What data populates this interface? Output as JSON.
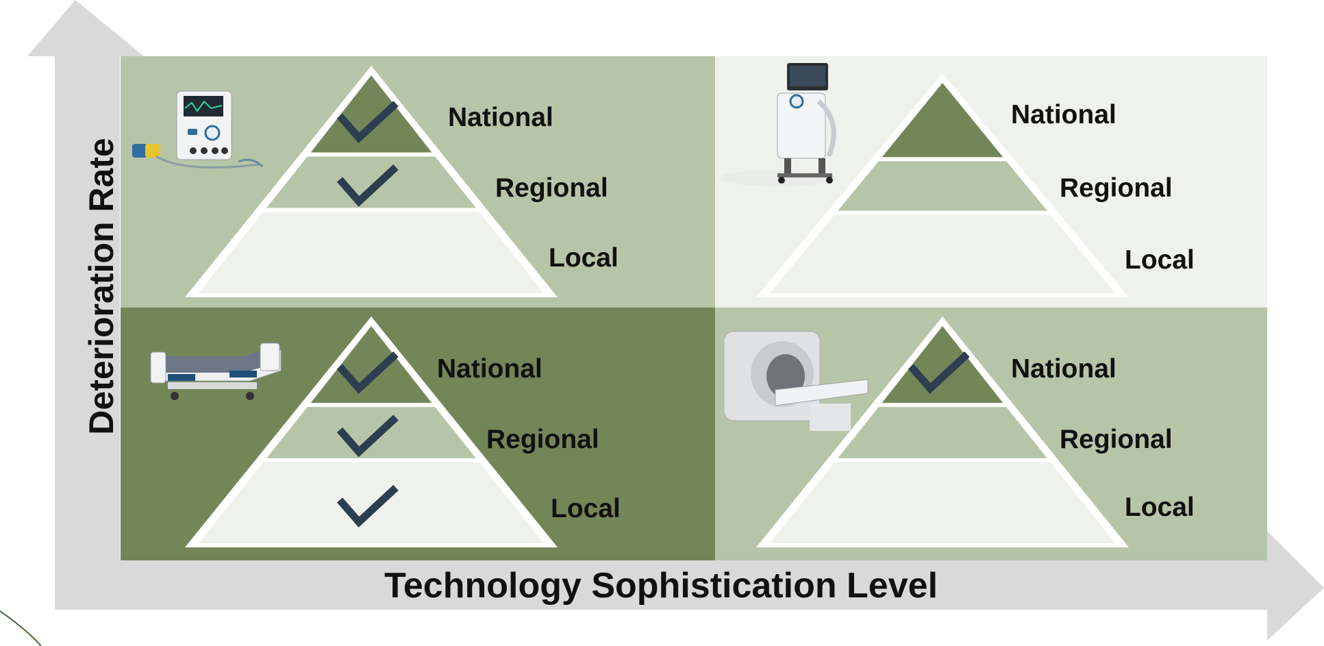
{
  "axes": {
    "y_label": "Deterioration Rate",
    "x_label": "Technology Sophistication Level"
  },
  "colors": {
    "axis_arrow": "#d9d9d9",
    "light_green": "#b6c4a8",
    "dark_green": "#738658",
    "off_white": "#eff1ec",
    "check": "#2c3e50"
  },
  "quadrants": [
    {
      "id": "top-left",
      "device_icon": "patient-monitor-icon",
      "background": "light_green",
      "tiers": [
        {
          "label": "National",
          "checked": true
        },
        {
          "label": "Regional",
          "checked": true
        },
        {
          "label": "Local",
          "checked": false
        }
      ]
    },
    {
      "id": "top-right",
      "device_icon": "ventilator-icon",
      "background": "off_white",
      "tiers": [
        {
          "label": "National",
          "checked": false
        },
        {
          "label": "Regional",
          "checked": false
        },
        {
          "label": "Local",
          "checked": false
        }
      ]
    },
    {
      "id": "bottom-left",
      "device_icon": "hospital-bed-icon",
      "background": "dark_green",
      "tiers": [
        {
          "label": "National",
          "checked": true
        },
        {
          "label": "Regional",
          "checked": true
        },
        {
          "label": "Local",
          "checked": true
        }
      ]
    },
    {
      "id": "bottom-right",
      "device_icon": "mri-scanner-icon",
      "background": "light_green",
      "tiers": [
        {
          "label": "National",
          "checked": true
        },
        {
          "label": "Regional",
          "checked": false
        },
        {
          "label": "Local",
          "checked": false
        }
      ]
    }
  ]
}
